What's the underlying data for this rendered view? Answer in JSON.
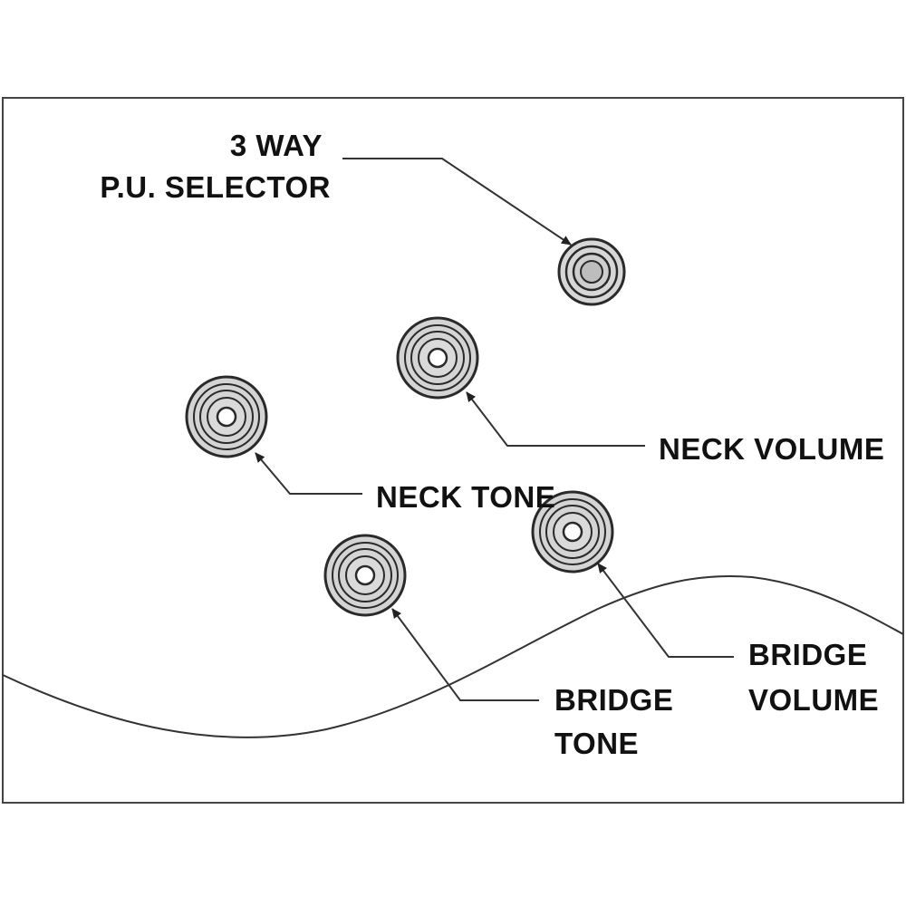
{
  "diagram": {
    "labels": {
      "selector_line1": "3 WAY",
      "selector_line2": "P.U. SELECTOR",
      "neck_volume": "NECK VOLUME",
      "neck_tone": "NECK TONE",
      "bridge_volume_line1": "BRIDGE",
      "bridge_volume_line2": "VOLUME",
      "bridge_tone_line1": "BRIDGE",
      "bridge_tone_line2": "TONE"
    }
  }
}
